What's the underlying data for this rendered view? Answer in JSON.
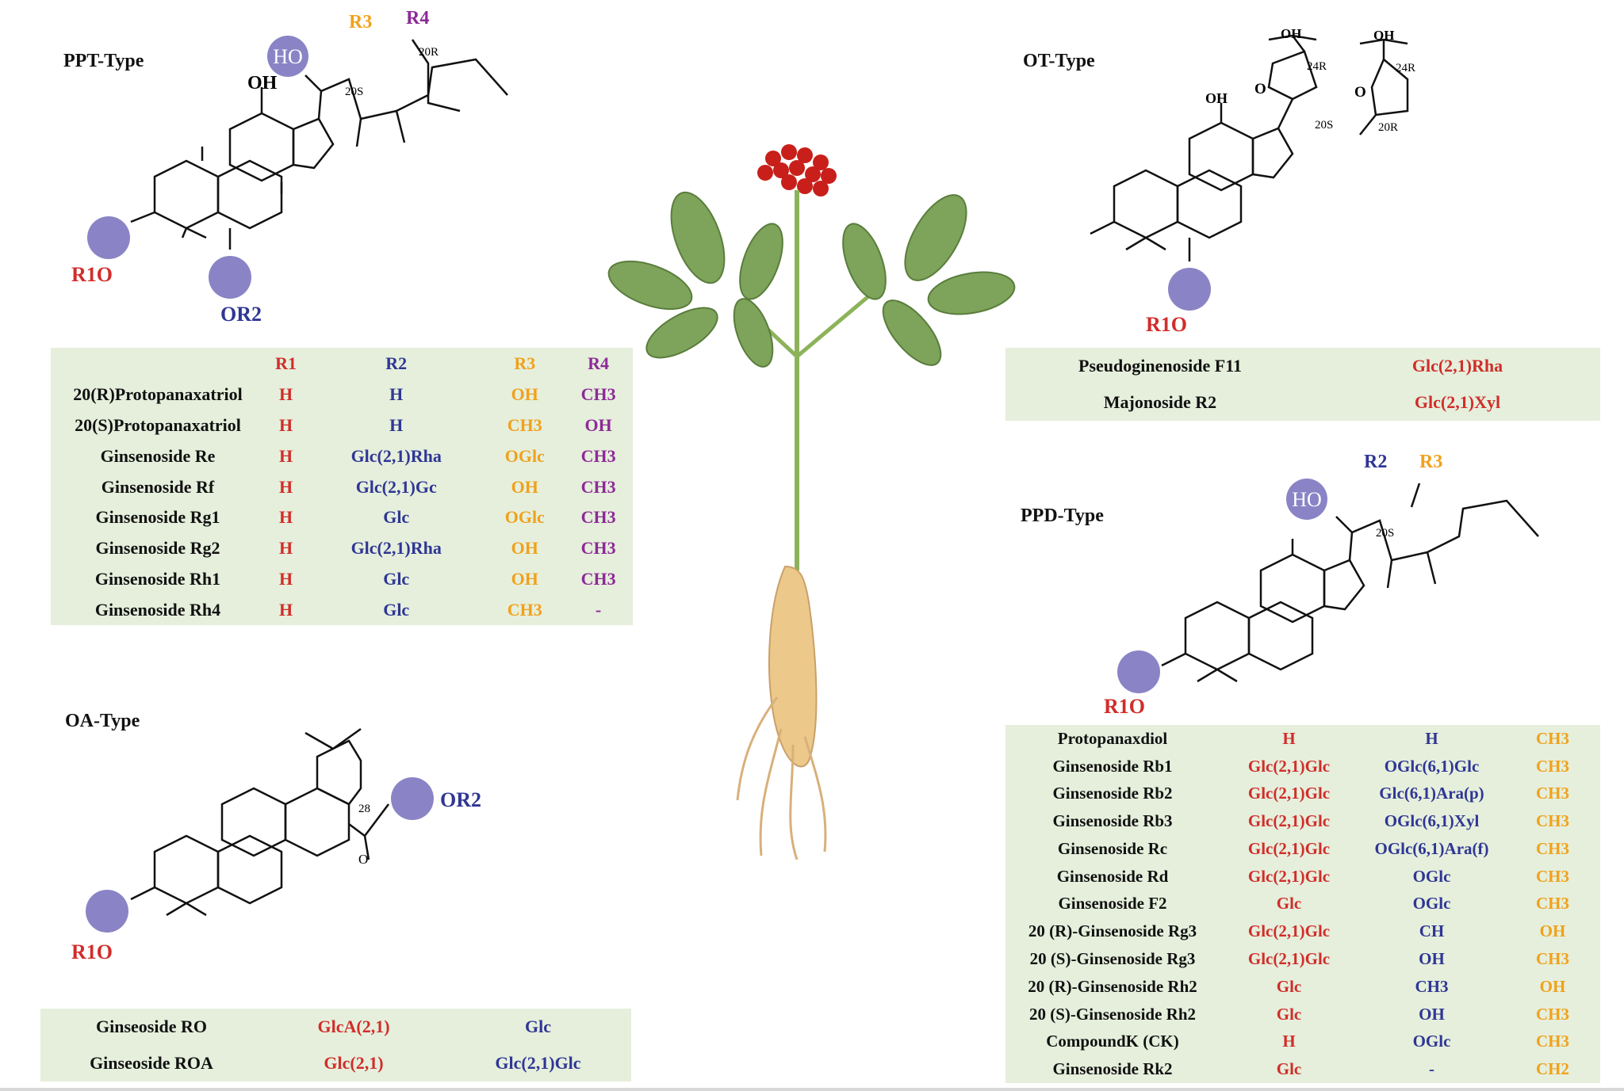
{
  "ppt": {
    "title": "PPT-Type",
    "struct_labels": {
      "ho": "HO",
      "oh": "OH",
      "r1o": "R1O",
      "or2": "OR2",
      "r3": "R3",
      "r4": "R4",
      "s20": "20S",
      "r20": "20R"
    },
    "headers": [
      "R1",
      "R2",
      "R3",
      "R4"
    ],
    "rows": [
      {
        "name": "20(R)Protopanaxatriol",
        "r1": "H",
        "r2": "H",
        "r3": "OH",
        "r4": "CH3"
      },
      {
        "name": "20(S)Protopanaxatriol",
        "r1": "H",
        "r2": "H",
        "r3": "CH3",
        "r4": "OH"
      },
      {
        "name": "Ginsenoside Re",
        "r1": "H",
        "r2": "Glc(2,1)Rha",
        "r3": "OGlc",
        "r4": "CH3"
      },
      {
        "name": "Ginsenoside Rf",
        "r1": "H",
        "r2": "Glc(2,1)Gc",
        "r3": "OH",
        "r4": "CH3"
      },
      {
        "name": "Ginsenoside Rg1",
        "r1": "H",
        "r2": "Glc",
        "r3": "OGlc",
        "r4": "CH3"
      },
      {
        "name": "Ginsenoside Rg2",
        "r1": "H",
        "r2": "Glc(2,1)Rha",
        "r3": "OH",
        "r4": "CH3"
      },
      {
        "name": "Ginsenoside Rh1",
        "r1": "H",
        "r2": "Glc",
        "r3": "OH",
        "r4": "CH3"
      },
      {
        "name": "Ginsenoside Rh4",
        "r1": "H",
        "r2": "Glc",
        "r3": "CH3",
        "r4": "-"
      }
    ]
  },
  "ot": {
    "title": "OT-Type",
    "struct_labels": {
      "oh": "OH",
      "r1o": "R1O",
      "oh2": "OH",
      "oh3": "OH",
      "r24a": "24R",
      "r24b": "24R",
      "s20": "20S",
      "r20": "20R",
      "o1": "O",
      "o2": "O"
    },
    "rows": [
      {
        "name": "Pseudoginenoside F11",
        "r1": "Glc(2,1)Rha"
      },
      {
        "name": "Majonoside R2",
        "r1": "Glc(2,1)Xyl"
      }
    ]
  },
  "oa": {
    "title": "OA-Type",
    "struct_labels": {
      "r1o": "R1O",
      "or2": "OR2",
      "c28": "28",
      "o": "O"
    },
    "rows": [
      {
        "name": "Ginseoside RO",
        "r1": "GlcA(2,1)",
        "r2": "Glc"
      },
      {
        "name": "Ginseoside ROA",
        "r1": "Glc(2,1)",
        "r2": "Glc(2,1)Glc"
      }
    ]
  },
  "ppd": {
    "title": "PPD-Type",
    "struct_labels": {
      "ho": "HO",
      "r1o": "R1O",
      "r2": "R2",
      "r3": "R3",
      "s20": "20S"
    },
    "rows": [
      {
        "name": "Protopanaxdiol",
        "r1": "H",
        "r2": "H",
        "r3": "CH3"
      },
      {
        "name": "Ginsenoside Rb1",
        "r1": "Glc(2,1)Glc",
        "r2": "OGlc(6,1)Glc",
        "r3": "CH3"
      },
      {
        "name": "Ginsenoside Rb2",
        "r1": "Glc(2,1)Glc",
        "r2": "Glc(6,1)Ara(p)",
        "r3": "CH3"
      },
      {
        "name": "Ginsenoside Rb3",
        "r1": "Glc(2,1)Glc",
        "r2": "OGlc(6,1)Xyl",
        "r3": "CH3"
      },
      {
        "name": "Ginsenoside Rc",
        "r1": "Glc(2,1)Glc",
        "r2": "OGlc(6,1)Ara(f)",
        "r3": "CH3"
      },
      {
        "name": "Ginsenoside Rd",
        "r1": "Glc(2,1)Glc",
        "r2": "OGlc",
        "r3": "CH3"
      },
      {
        "name": "Ginsenoside F2",
        "r1": "Glc",
        "r2": "OGlc",
        "r3": "CH3"
      },
      {
        "name": "20 (R)-Ginsenoside Rg3",
        "r1": "Glc(2,1)Glc",
        "r2": "CH",
        "r3": "OH"
      },
      {
        "name": "20 (S)-Ginsenoside Rg3",
        "r1": "Glc(2,1)Glc",
        "r2": "OH",
        "r3": "CH3"
      },
      {
        "name": "20 (R)-Ginsenoside Rh2",
        "r1": "Glc",
        "r2": "CH3",
        "r3": "OH"
      },
      {
        "name": "20 (S)-Ginsenoside Rh2",
        "r1": "Glc",
        "r2": "OH",
        "r3": "CH3"
      },
      {
        "name": "CompoundK (CK)",
        "r1": "H",
        "r2": "OGlc",
        "r3": "CH3"
      },
      {
        "name": "Ginsenoside Rk2",
        "r1": "Glc",
        "r2": "-",
        "r3": "CH2"
      }
    ]
  },
  "colors": {
    "red": "#d12d2a",
    "blue": "#2f3694",
    "orange": "#f1a11b",
    "purple": "#8d2a97",
    "panel": "#e5efdc",
    "ringA": "#f26b3a",
    "ringB": "#f5d27a",
    "ringD": "#6a98dc",
    "circle": "#8a84c6"
  }
}
